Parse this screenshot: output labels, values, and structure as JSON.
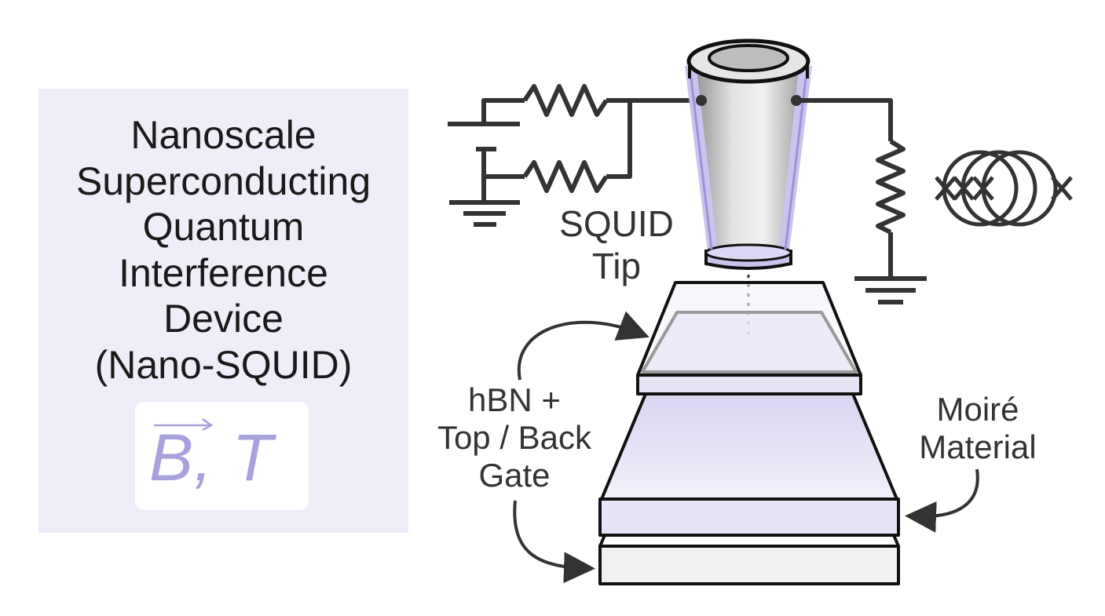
{
  "title_lines": [
    "Nanoscale",
    "Superconducting",
    "Quantum",
    "Interference",
    "Device",
    "(Nano-SQUID)"
  ],
  "parameters": {
    "field": "B",
    "separator": ",",
    "temperature": "T"
  },
  "labels": {
    "squid_tip": [
      "SQUID",
      "Tip"
    ],
    "hbn_gate": [
      "hBN +",
      "Top / Back",
      "Gate"
    ],
    "moire_material": [
      "Moiré",
      "Material"
    ]
  },
  "colors": {
    "panel": "#efeef8",
    "accent": "#a7a1dd",
    "tip_shell": "#c9c3ee",
    "line": "#333333"
  }
}
